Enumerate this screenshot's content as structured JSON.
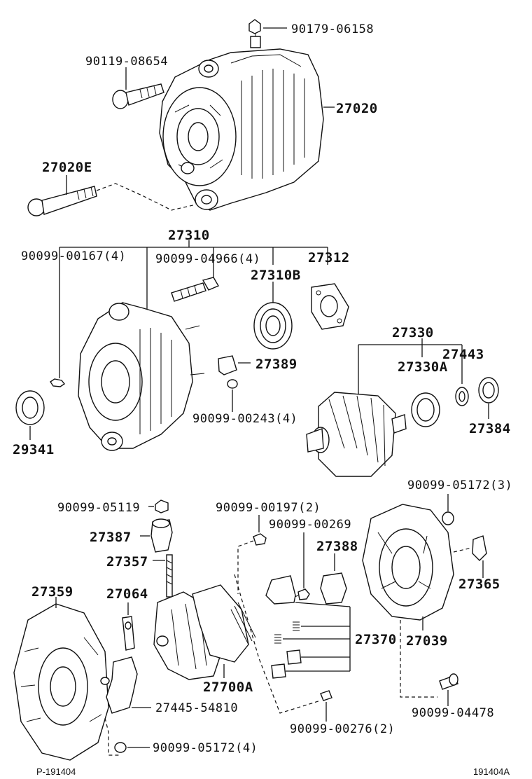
{
  "labels": {
    "p90179_06158": "90179-06158",
    "p90119_08654": "90119-08654",
    "p27020": "27020",
    "p27020E": "27020E",
    "p27310": "27310",
    "p90099_00167": "90099-00167(4)",
    "p90099_04966": "90099-04966(4)",
    "p27312": "27312",
    "p27310B": "27310B",
    "p27389": "27389",
    "p90099_00243": "90099-00243(4)",
    "p29341": "29341",
    "p27330": "27330",
    "p27443": "27443",
    "p27330A": "27330A",
    "p27384": "27384",
    "p90099_05172_3": "90099-05172(3)",
    "p90099_05119": "90099-05119",
    "p90099_00197": "90099-00197(2)",
    "p90099_00269": "90099-00269",
    "p27387": "27387",
    "p27388": "27388",
    "p27357": "27357",
    "p27365": "27365",
    "p27359": "27359",
    "p27064": "27064",
    "p27370": "27370",
    "p27039": "27039",
    "p27700A": "27700A",
    "p27445_54810": "27445-54810",
    "p90099_04478": "90099-04478",
    "p90099_00276": "90099-00276(2)",
    "p90099_05172_4": "90099-05172(4)"
  },
  "footer": {
    "left_ref": "P-191404",
    "right_ref": "191404A"
  }
}
